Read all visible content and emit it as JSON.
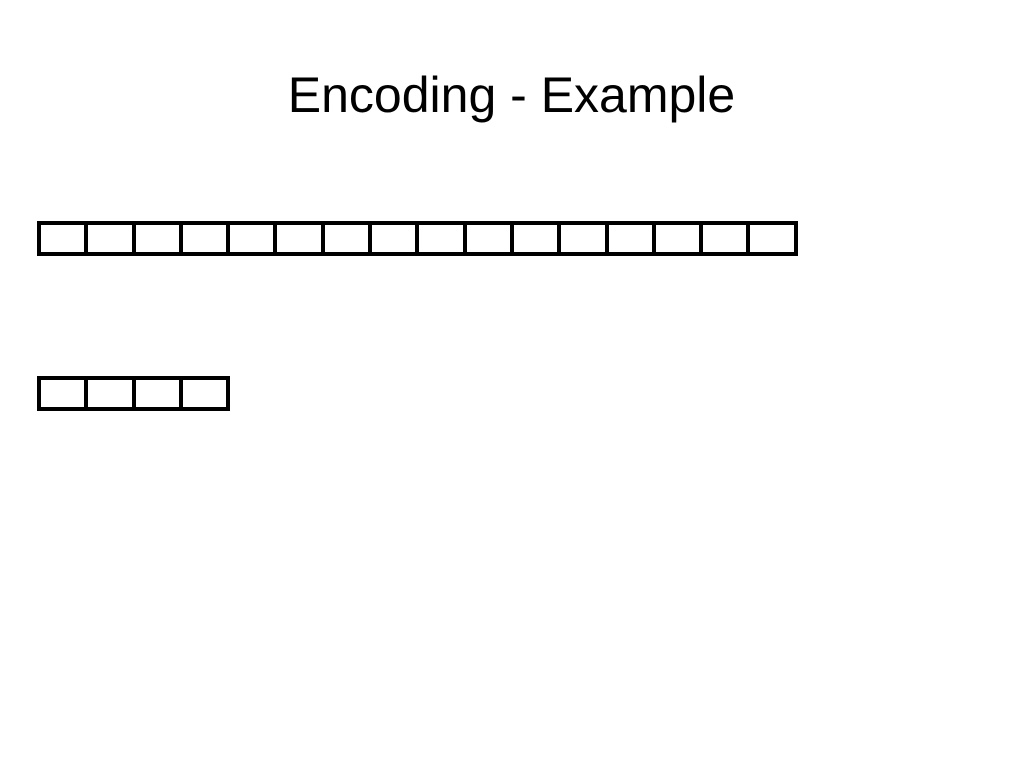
{
  "slide": {
    "title": "Encoding - Example"
  },
  "rows": [
    {
      "name": "long-bit-row",
      "cells": 16
    },
    {
      "name": "short-bit-row",
      "cells": 4
    }
  ],
  "colors": {
    "background": "#ffffff",
    "stroke": "#000000",
    "text": "#000000"
  }
}
